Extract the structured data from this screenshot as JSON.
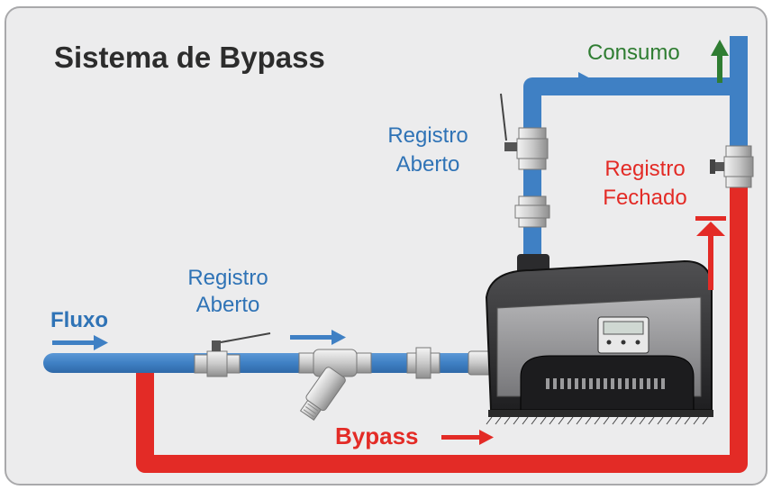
{
  "title": "Sistema de Bypass",
  "labels": {
    "fluxo": "Fluxo",
    "consumo": "Consumo",
    "bypass": "Bypass",
    "registro_entrada": [
      "Registro",
      "Aberto"
    ],
    "registro_saida": [
      "Registro",
      "Aberto"
    ],
    "registro_bypass": [
      "Registro",
      "Fechado"
    ]
  },
  "colors": {
    "background": "#ececed",
    "frame": "#a9a9ab",
    "pipe_blue": "#3f80c4",
    "pipe_blue_dark": "#2f69a8",
    "pipe_red": "#e32b26",
    "text_dark": "#2c2c2c",
    "text_blue": "#2f73b6",
    "text_red": "#e32b26",
    "text_green": "#2f7d32",
    "pump_body": "#2a2a2c",
    "pump_panel": "#8c8c8e"
  },
  "icons": {
    "flow_arrow": "arrow-right-icon",
    "consumo_arrow": "arrow-up-icon",
    "bypass_closed": "arrow-up-with-bar-icon",
    "valve": "ball-valve-icon",
    "filter": "y-strainer-icon",
    "pump": "pressure-pump-icon"
  }
}
